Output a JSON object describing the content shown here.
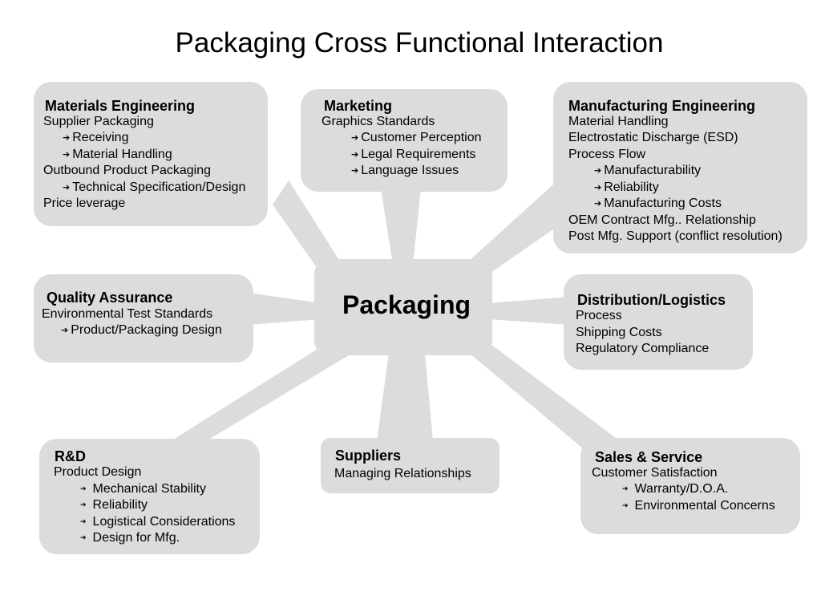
{
  "title": "Packaging Cross Functional Interaction",
  "center": {
    "label": "Packaging"
  },
  "colors": {
    "box": "#dcdcdc",
    "text": "#000000"
  },
  "boxes": {
    "materials_engineering": {
      "heading": "Materials Engineering",
      "lines": [
        "Supplier Packaging",
        "Receiving",
        "Material Handling",
        "Outbound Product Packaging",
        "Technical Specification/Design",
        "Price leverage"
      ]
    },
    "marketing": {
      "heading": "Marketing",
      "lines": [
        "Graphics Standards",
        "Customer Perception",
        "Legal Requirements",
        "Language Issues"
      ]
    },
    "manufacturing_engineering": {
      "heading": "Manufacturing Engineering",
      "lines": [
        "Material Handling",
        "Electrostatic Discharge (ESD)",
        "Process Flow",
        "Manufacturability",
        "Reliability",
        "Manufacturing Costs",
        "OEM Contract Mfg.. Relationship",
        "Post Mfg. Support (conflict resolution)"
      ]
    },
    "quality_assurance": {
      "heading": "Quality Assurance",
      "lines": [
        "Environmental Test Standards",
        "Product/Packaging Design"
      ]
    },
    "distribution_logistics": {
      "heading": "Distribution/Logistics",
      "lines": [
        "Process",
        "Shipping Costs",
        "Regulatory Compliance"
      ]
    },
    "rd": {
      "heading": "R&D",
      "lines": [
        "Product Design",
        "Mechanical Stability",
        "Reliability",
        "Logistical Considerations",
        "Design for Mfg."
      ]
    },
    "suppliers": {
      "heading": "Suppliers",
      "lines": [
        "Managing Relationships"
      ]
    },
    "sales_service": {
      "heading": "Sales & Service",
      "lines": [
        "Customer Satisfaction",
        "Warranty/D.O.A.",
        "Environmental Concerns"
      ]
    }
  }
}
